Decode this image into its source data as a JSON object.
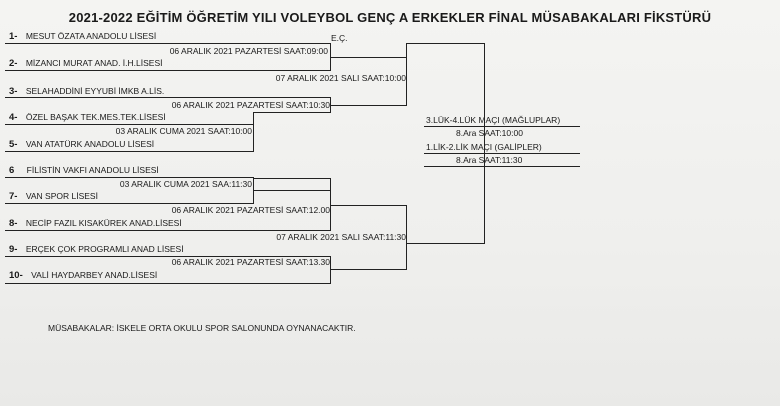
{
  "title": "2021-2022 EĞİTİM ÖĞRETİM YILI VOLEYBOL GENÇ A ERKEKLER FİNAL MÜSABAKALARI FİKSTÜRÜ",
  "teams": [
    {
      "num": "1-",
      "name": "MESUT ÖZATA ANADOLU LİSESİ"
    },
    {
      "num": "2-",
      "name": "MİZANCI MURAT ANAD. İ.H.LİSESİ"
    },
    {
      "num": "3-",
      "name": "SELAHADDİNİ EYYUBİ İMKB A.LİS."
    },
    {
      "num": "4-",
      "name": "ÖZEL BAŞAK TEK.MES.TEK.LİSESİ"
    },
    {
      "num": "5-",
      "name": "VAN ATATÜRK ANADOLU LİSESİ"
    },
    {
      "num": "6",
      "name": "FİLİSTİN VAKFI ANADOLU LİSESİ"
    },
    {
      "num": "7-",
      "name": "VAN SPOR LİSESİ"
    },
    {
      "num": "8-",
      "name": "NECİP FAZIL KISAKÜREK ANAD.LİSESİ"
    },
    {
      "num": "9-",
      "name": "ERÇEK ÇOK PROGRAMLI ANAD LİSESİ"
    },
    {
      "num": "10-",
      "name": "VALİ HAYDARBEY ANAD.LİSESİ"
    }
  ],
  "matches": {
    "m12": "06 ARALIK 2021 PAZARTESİ SAAT:09:00",
    "m12_note": "E.Ç.",
    "m_top_semi": "07 ARALIK 2021 SALI SAAT:10:00",
    "m3_45": "06 ARALIK 2021 PAZARTESİ SAAT:10:30",
    "m45": "03 ARALIK CUMA 2021 SAAT:10:00",
    "m67": "03 ARALIK CUMA 2021 SAA:11:30",
    "m8_67": "06 ARALIK 2021 PAZARTESİ SAAT:12.00",
    "m_bot_semi": "07 ARALIK 2021 SALI SAAT:11:30",
    "m9_10": "06 ARALIK 2021 PAZARTESİ SAAT:13.30"
  },
  "finals": {
    "third_place_label": "3.LÜK-4.LÜK MAÇI (MAĞLUPLAR)",
    "third_place_time": "8.Ara SAAT:10:00",
    "final_label": "1.LİK-2.LİK MAÇI (GALİPLER)",
    "final_time": "8.Ara SAAT:11:30"
  },
  "note": "MÜSABAKALAR: İSKELE ORTA OKULU SPOR SALONUNDA OYNANACAKTIR."
}
